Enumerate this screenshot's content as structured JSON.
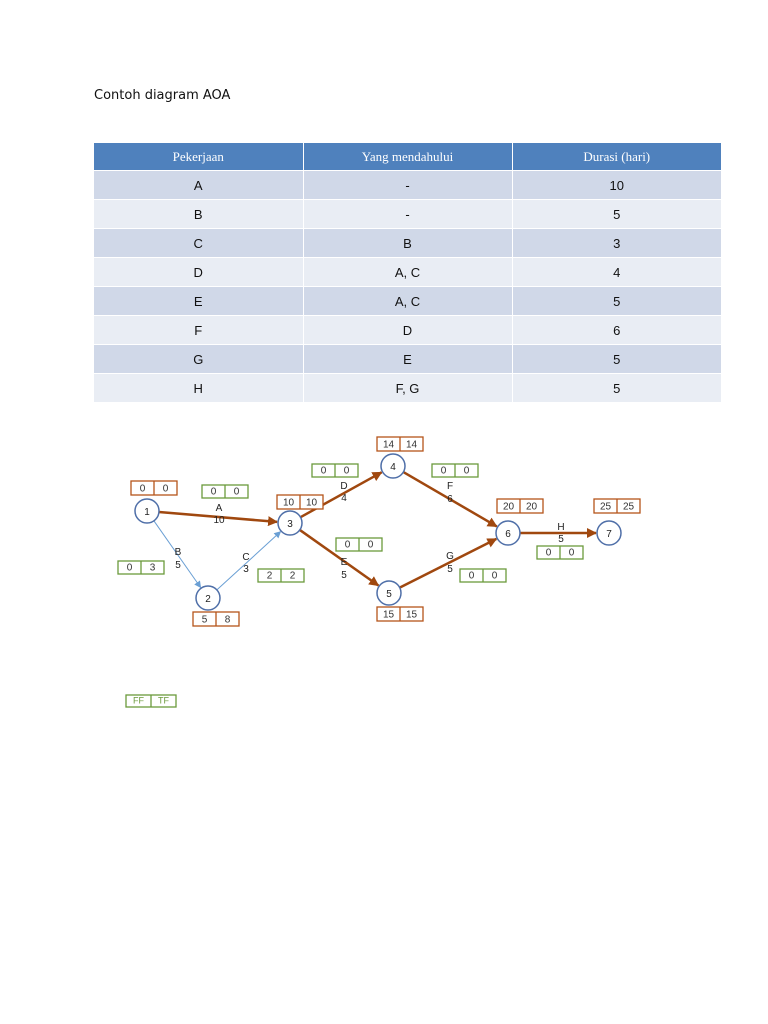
{
  "title": "Contoh diagram AOA",
  "table": {
    "headers": [
      "Pekerjaan",
      "Yang mendahului",
      "Durasi (hari)"
    ],
    "rows": [
      [
        "A",
        "-",
        "10"
      ],
      [
        "B",
        "-",
        "5"
      ],
      [
        "C",
        "B",
        "3"
      ],
      [
        "D",
        "A, C",
        "4"
      ],
      [
        "E",
        "A, C",
        "5"
      ],
      [
        "F",
        "D",
        "6"
      ],
      [
        "G",
        "E",
        "5"
      ],
      [
        "H",
        "F, G",
        "5"
      ]
    ]
  },
  "network": {
    "colors": {
      "critical": "#a0480f",
      "noncritical": "#6a9fd4",
      "node": "#4f6fa8",
      "float_box": "#6b9a3c",
      "time_box": "#b5541a"
    },
    "nodes": [
      {
        "id": "1",
        "et": "0",
        "lt": "0"
      },
      {
        "id": "2",
        "et": "5",
        "lt": "8"
      },
      {
        "id": "3",
        "et": "10",
        "lt": "10"
      },
      {
        "id": "4",
        "et": "14",
        "lt": "14"
      },
      {
        "id": "5",
        "et": "15",
        "lt": "15"
      },
      {
        "id": "6",
        "et": "20",
        "lt": "20"
      },
      {
        "id": "7",
        "et": "25",
        "lt": "25"
      }
    ],
    "activities": [
      {
        "name": "A",
        "duration": "10",
        "ff": "0",
        "tf": "0",
        "critical": true
      },
      {
        "name": "B",
        "duration": "5",
        "ff": "0",
        "tf": "3",
        "critical": false
      },
      {
        "name": "C",
        "duration": "3",
        "ff": "2",
        "tf": "2",
        "critical": false
      },
      {
        "name": "D",
        "duration": "4",
        "ff": "0",
        "tf": "0",
        "critical": true
      },
      {
        "name": "E",
        "duration": "5",
        "ff": "0",
        "tf": "0",
        "critical": true
      },
      {
        "name": "F",
        "duration": "6",
        "ff": "0",
        "tf": "0",
        "critical": true
      },
      {
        "name": "G",
        "duration": "5",
        "ff": "0",
        "tf": "0",
        "critical": true
      },
      {
        "name": "H",
        "duration": "5",
        "ff": "0",
        "tf": "0",
        "critical": true
      }
    ],
    "legend": {
      "ff": "FF",
      "tf": "TF"
    }
  }
}
